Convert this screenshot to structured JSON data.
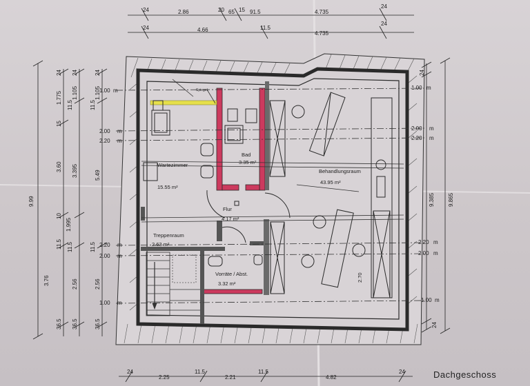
{
  "title": "Dachgeschoss",
  "colors": {
    "wall": "#2a2a2a",
    "red_wall": "#cc3a5e",
    "paper": "#d5d0d3",
    "yellow": "#e6df4a"
  },
  "top_dims": {
    "row1": [
      "24",
      "2.86",
      "20",
      "65",
      "15",
      "91.5",
      "4.735",
      "24"
    ],
    "row2": [
      "24",
      "4.66",
      "11.5",
      "4.735",
      "24"
    ]
  },
  "bottom_dims": [
    "24",
    "2.25",
    "11.5",
    "2.21",
    "11.5",
    "4.82",
    "24"
  ],
  "left_dims": {
    "col1": [
      "9.99"
    ],
    "col2": [
      "24",
      "1.775",
      "15",
      "3.60",
      "10",
      "1.995",
      "11.5",
      "3.76",
      "36.5"
    ],
    "col3": [
      "24",
      "1.105",
      "11.5",
      "3.395",
      "11.5",
      "2.56",
      "36.5"
    ],
    "col4": [
      "24",
      "1.105",
      "11.5",
      "5.49",
      "11.5",
      "2.56",
      "36.5"
    ]
  },
  "right_dims": [
    "24",
    "9.385",
    "9.865",
    "24"
  ],
  "levels": {
    "left": [
      "1.00",
      "2.00",
      "2.20",
      "2.20",
      "2.00",
      "1.00"
    ],
    "right": [
      "1.00",
      "2.00",
      "2.20",
      "2.20",
      "2.00",
      "1.00"
    ],
    "unit": "m"
  },
  "rooms": {
    "warte": {
      "name": "Wartezimmer",
      "area": "15.55 m²"
    },
    "bad": {
      "name": "Bad",
      "area": "3.35 m²"
    },
    "behandlung": {
      "name": "Behandlungsraum",
      "area": "43.95 m²"
    },
    "flur": {
      "name": "Flur",
      "area": "4.17 m²"
    },
    "treppe": {
      "name": "Treppenraum",
      "area": "2.63 m²"
    },
    "vorrat": {
      "name": "Vorräte / Abst.",
      "area": "3.32 m²"
    }
  },
  "misc": {
    "spiegel": "Spiegel",
    "height_270": "2.70"
  }
}
